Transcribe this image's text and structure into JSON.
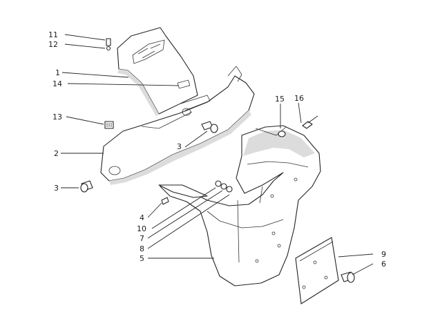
{
  "callouts": {
    "c11": "11",
    "c12": "12",
    "c1": "1",
    "c14": "14",
    "c13": "13",
    "c2": "2",
    "c3a": "3",
    "c3b": "3",
    "c4": "4",
    "c10": "10",
    "c7": "7",
    "c8": "8",
    "c5": "5",
    "c15": "15",
    "c16": "16",
    "c9": "9",
    "c6": "6"
  }
}
